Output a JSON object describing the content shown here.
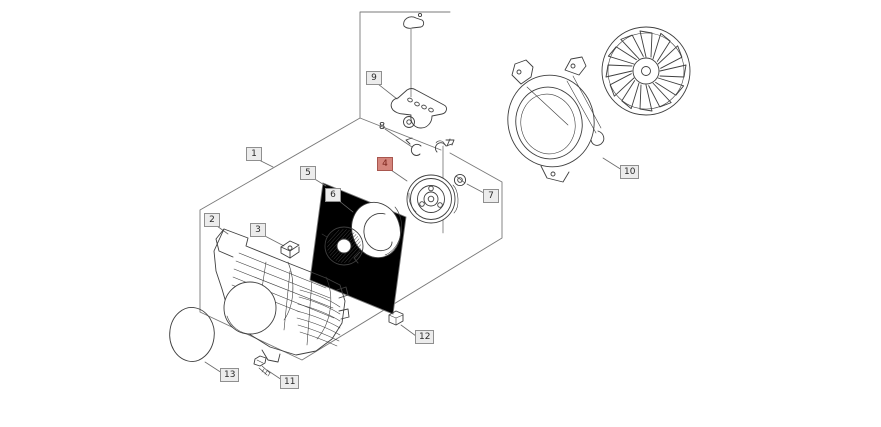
{
  "diagram": {
    "parts": [
      {
        "number": "1",
        "highlighted": false,
        "boxed": true
      },
      {
        "number": "2",
        "highlighted": false,
        "boxed": true
      },
      {
        "number": "3",
        "highlighted": false,
        "boxed": true
      },
      {
        "number": "4",
        "highlighted": true,
        "boxed": true
      },
      {
        "number": "5",
        "highlighted": false,
        "boxed": true
      },
      {
        "number": "6",
        "highlighted": false,
        "boxed": true
      },
      {
        "number": "7",
        "highlighted": false,
        "boxed": true
      },
      {
        "number": "8",
        "highlighted": false,
        "boxed": false
      },
      {
        "number": "9",
        "highlighted": false,
        "boxed": true
      },
      {
        "number": "10",
        "highlighted": false,
        "boxed": true
      },
      {
        "number": "11",
        "highlighted": false,
        "boxed": true
      },
      {
        "number": "12",
        "highlighted": false,
        "boxed": true
      },
      {
        "number": "13",
        "highlighted": false,
        "boxed": true
      }
    ]
  },
  "colors": {
    "background": "#ffffff",
    "line": "#3f3f3f",
    "label_bg": "#ececec",
    "label_border": "#8f8f8f",
    "label_text": "#2b2b2b",
    "highlight_bg": "#d4857c",
    "highlight_border": "#a8564e",
    "highlight_text": "#7c241c"
  }
}
